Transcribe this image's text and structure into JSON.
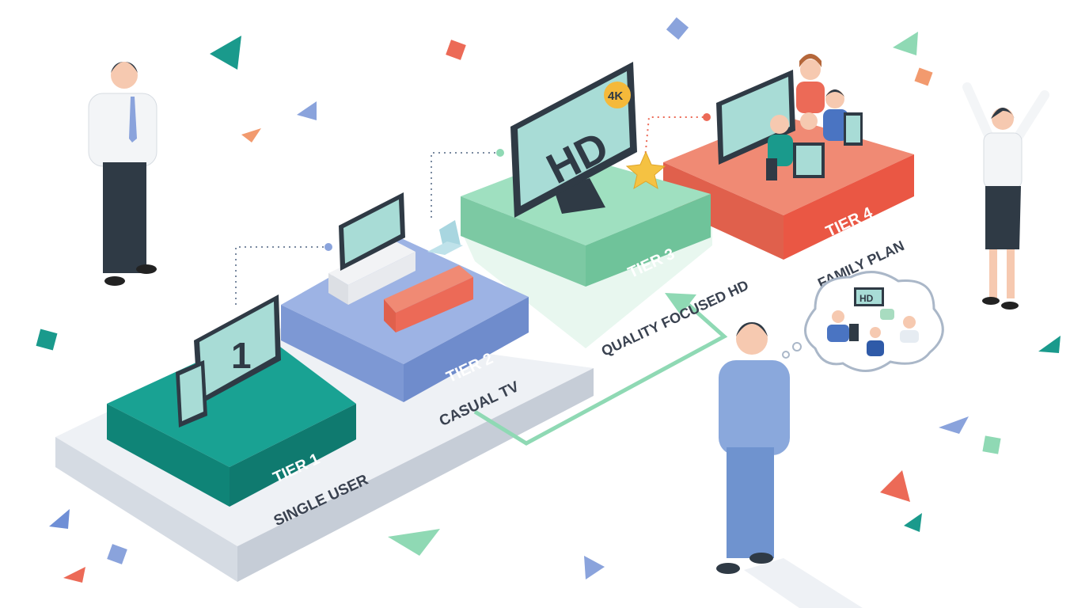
{
  "tiers": [
    {
      "tier_label": "TIER 1",
      "name": "SINGLE USER",
      "screen_text": "1",
      "color": "#16968a"
    },
    {
      "tier_label": "TIER 2",
      "name": "CASUAL TV",
      "color": "#7f9bd6"
    },
    {
      "tier_label": "TIER 3",
      "name": "QUALITY FOCUSED HD",
      "screen_text": "HD",
      "badge": "4K",
      "color": "#8fd9b4"
    },
    {
      "tier_label": "TIER 4",
      "name": "FAMILY PLAN",
      "color": "#ec6a57"
    }
  ],
  "thought_bubble": {
    "screen_text": "HD"
  },
  "colors": {
    "teal": "#16968a",
    "blue": "#7f9bd6",
    "green": "#8fd9b4",
    "red": "#ec6a57",
    "base": "#e4e8ee"
  }
}
